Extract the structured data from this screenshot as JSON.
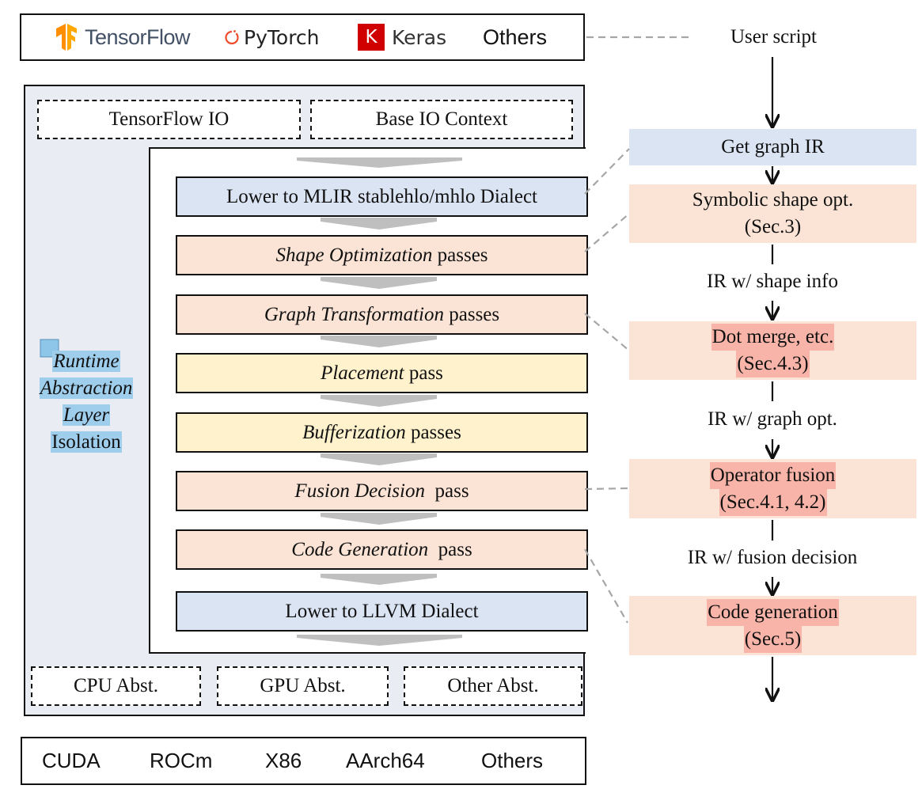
{
  "frameworks": {
    "items": [
      {
        "label": "TensorFlow",
        "icon": "tensorflow-logo-icon",
        "color": "#FF8F00"
      },
      {
        "label": "PyTorch",
        "icon": "pytorch-logo-icon",
        "color": "#EE4C2C"
      },
      {
        "label": "Keras",
        "icon": "keras-logo-icon",
        "icon_text": "K",
        "color": "#D00000"
      },
      {
        "label": "Others"
      }
    ]
  },
  "runtime": {
    "io_boxes": [
      "TensorFlow IO",
      "Base IO Context"
    ],
    "side_label": {
      "line1": "Runtime",
      "line2": "Abstraction",
      "line3": "Layer",
      "line4": "Isolation"
    },
    "abst_boxes": [
      "CPU Abst.",
      "GPU Abst.",
      "Other Abst."
    ]
  },
  "pipeline": {
    "passes": [
      {
        "italic": "",
        "text": "Lower to MLIR stablehlo/mhlo Dialect",
        "color": "blue"
      },
      {
        "italic": "Shape Optimization",
        "text": " passes",
        "color": "peach"
      },
      {
        "italic": "Graph Transformation",
        "text": " passes",
        "color": "peach"
      },
      {
        "italic": "Placement",
        "text": " pass",
        "color": "yellow"
      },
      {
        "italic": "Bufferization",
        "text": " passes",
        "color": "yellow"
      },
      {
        "italic": "Fusion Decision",
        "text": "  pass",
        "color": "peach"
      },
      {
        "italic": "Code Generation",
        "text": "  pass",
        "color": "peach"
      },
      {
        "italic": "",
        "text": "Lower to LLVM Dialect",
        "color": "blue"
      }
    ]
  },
  "hardware": {
    "items": [
      "CUDA",
      "ROCm",
      "X86",
      "AArch64",
      "Others"
    ]
  },
  "flow": {
    "start": "User script",
    "steps": [
      {
        "line1": "Get graph IR",
        "line2": ""
      },
      {
        "line1": "Symbolic shape opt.",
        "line2": "(Sec.3)"
      },
      {
        "line1": "Dot merge, etc.",
        "line2": "(Sec.4.3)"
      },
      {
        "line1": "Operator fusion",
        "line2": "(Sec.4.1, 4.2)"
      },
      {
        "line1": "Code generation",
        "line2": "(Sec.5)"
      }
    ],
    "edge_labels": [
      "IR w/ shape info",
      "IR w/ graph opt.",
      "IR w/ fusion decision"
    ]
  },
  "colors": {
    "blue_fill": "#dbe4f3",
    "peach_fill": "#fbe4d6",
    "yellow_fill": "#fff2cc",
    "runtime_bg": "#e9ecf2",
    "highlight_red": "#f8b4a8",
    "highlight_blue": "#9fcdec",
    "arrow_gray": "#bfbfbf"
  }
}
